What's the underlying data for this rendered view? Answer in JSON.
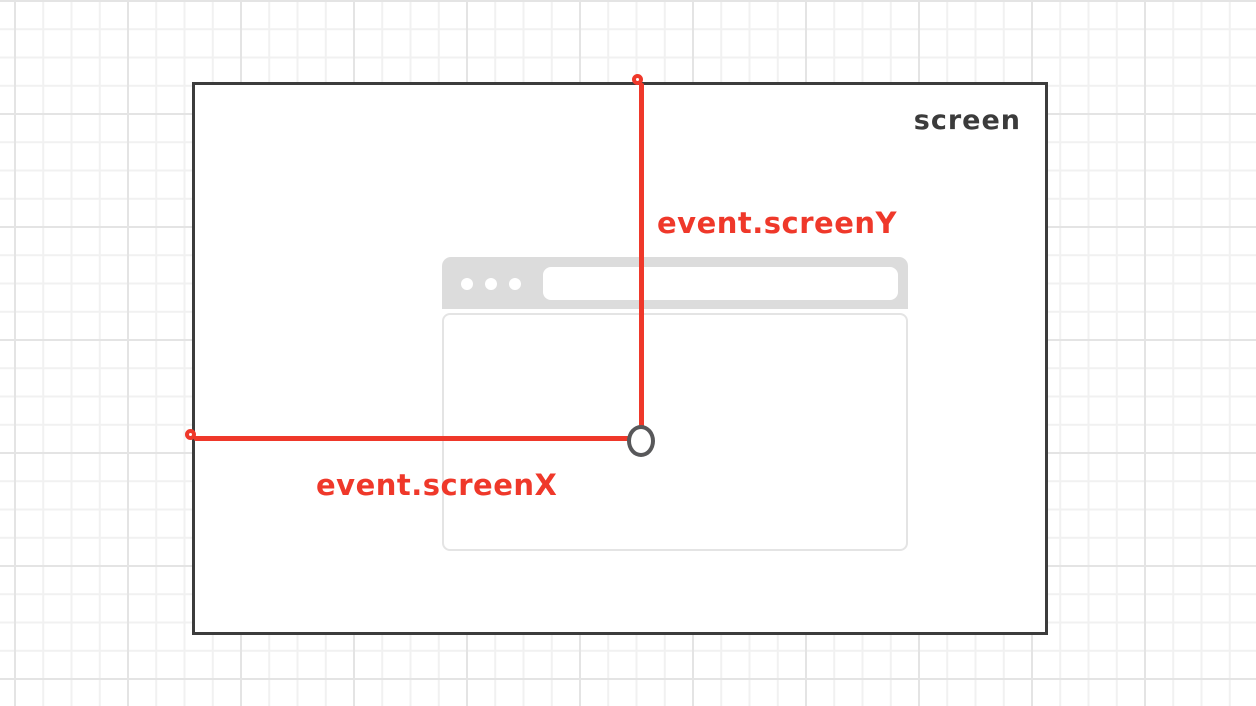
{
  "diagram": {
    "title_label": "screen",
    "vertical_measure_label": "event.screenY",
    "horizontal_measure_label": "event.screenX"
  },
  "icons": {
    "window_controls": "traffic-light-dots",
    "event_point": "mouse-event-point-circle",
    "line_endpoints": "measure-origin-circles"
  },
  "colors": {
    "accent_red": "#ef382a",
    "screen_border": "#3c3c3c",
    "window_chrome_gray": "#dcdcdc",
    "window_body_border": "#e4e4e4",
    "point_stroke": "#58585a",
    "label_dark": "#3b3b3b",
    "grid_minor": "#f1f1f1",
    "grid_major": "#e4e4e4"
  }
}
